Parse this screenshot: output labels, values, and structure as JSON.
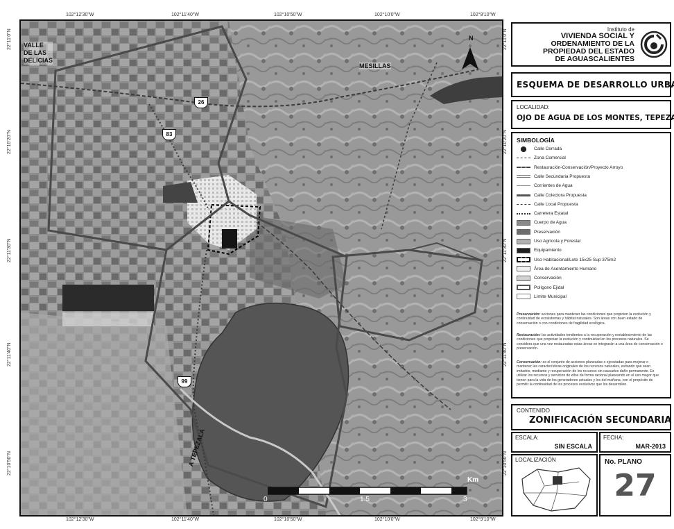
{
  "coordinates": {
    "top": [
      "102°12'30\"W",
      "102°11'40\"W",
      "102°10'50\"W",
      "102°10'0\"W",
      "102°9'10\"W"
    ],
    "bottom": [
      "102°12'30\"W",
      "102°11'40\"W",
      "102°10'50\"W",
      "102°10'0\"W",
      "102°9'10\"W"
    ],
    "left": [
      "22°11'0\"N",
      "22°10'20\"N",
      "22°11'30\"N",
      "22°11'40\"N",
      "22°10'50\"N"
    ],
    "right": [
      "22°11'0\"N",
      "22°10'20\"N",
      "22°11'30\"N",
      "22°11'40\"N",
      "22°10'50\"N"
    ]
  },
  "map": {
    "places": {
      "valle": "VALLE\nDE LAS\nDELICIAS",
      "mesillas": "MESILLAS",
      "tepezala": "A TEPEZALA"
    },
    "road_shields": [
      "26",
      "83",
      "99"
    ],
    "north_label": "N",
    "scale": {
      "ticks": [
        "0",
        "1.5",
        "3"
      ],
      "unit": "Km"
    }
  },
  "header": {
    "instituto_line1": "Instituto de",
    "instituto_line2": "VIVIENDA SOCIAL Y",
    "instituto_line3": "ORDENAMIENTO DE LA",
    "instituto_line4": "PROPIEDAD DEL ESTADO",
    "instituto_line5": "DE AGUASCALIENTES"
  },
  "title": "ESQUEMA DE DESARROLLO URBANO",
  "localidad": {
    "label": "LOCALIDAD:",
    "value": "OJO DE AGUA DE LOS MONTES, TEPEZALÁ"
  },
  "legend": {
    "title": "SIMBOLOGÍA",
    "items": [
      {
        "label": "Calle Cerrada",
        "type": "dot",
        "color": "#222222"
      },
      {
        "label": "Zona Comercial",
        "type": "dash",
        "color": "#333333"
      },
      {
        "label": "Restauración-Conservación/Proyecto Arroyo",
        "type": "thickdash",
        "color": "#444444"
      },
      {
        "label": "Calle Secundaria Propuesta",
        "type": "doubleline",
        "color": "#777777"
      },
      {
        "label": "Corrientes de Agua",
        "type": "line",
        "color": "#888888"
      },
      {
        "label": "Calle Colectora Propuesta",
        "type": "thick",
        "color": "#555555"
      },
      {
        "label": "Calle Local Propuesta",
        "type": "dash",
        "color": "#444444"
      },
      {
        "label": "Carretera Estatal",
        "type": "dotted",
        "color": "#333333"
      },
      {
        "label": "Cuerpo de Agua",
        "type": "fill",
        "color": "#8a8a8a"
      },
      {
        "label": "Preservación",
        "type": "fill",
        "color": "#6e6e6e"
      },
      {
        "label": "Uso Agrícola y Forestal",
        "type": "fill",
        "color": "#b0b0b0"
      },
      {
        "label": "Equipamiento",
        "type": "fill",
        "color": "#1e1e1e"
      },
      {
        "label": "Uso Habitacional/Lote 15x25 Sup 375m2",
        "type": "dashbox",
        "color": "#ffffff"
      },
      {
        "label": "Área de Asentamiento Humano",
        "type": "fill",
        "color": "#f2f2f2"
      },
      {
        "label": "Conservación",
        "type": "fill",
        "color": "#d2d2d2"
      },
      {
        "label": "Polígono Ejidal",
        "type": "box",
        "color": "#ffffff"
      },
      {
        "label": "Límite Municipal",
        "type": "outline",
        "color": "#ffffff"
      }
    ],
    "descriptions": [
      {
        "term": "Preservación:",
        "text": "acciones para mantener las condiciones que propicien la evolución y continuidad de ecosistemas y hábitat naturales. Son áreas con buen estado de conservación o con condiciones de fragilidad ecológica."
      },
      {
        "term": "Restauración:",
        "text": "las actividades tendientes a la recuperación y restablecimiento de las condiciones que propician la evolución y continuidad en los procesos naturales. Se considera que una vez restauradas estas áreas se integrarán a una área de conservación o preservación."
      },
      {
        "term": "Conservación:",
        "text": "es el conjunto de acciones planeadas o ejecutadas para mejorar o mantener las características originales de los recursos naturales, evitando que sean imitados, mediante y recuperación de los recursos sin causarles daño permanente. Es utilizar los recursos y servicios de ellos de forma racional planeando en el uso mayor que tienen para la vida de los generadores actuales y los del mañana, con el propósito de permitir la continuidad de los procesos evolutivos que los desarrollen."
      }
    ]
  },
  "contenido": {
    "label": "CONTENIDO",
    "value": "ZONIFICACIÓN SECUNDARIA"
  },
  "escala": {
    "label": "ESCALA:",
    "value": "SIN ESCALA"
  },
  "fecha": {
    "label": "FECHA:",
    "value": "MAR-2013"
  },
  "localizacion": {
    "label": "LOCALIZACIÓN"
  },
  "plano": {
    "label": "No. PLANO",
    "value": "27"
  }
}
